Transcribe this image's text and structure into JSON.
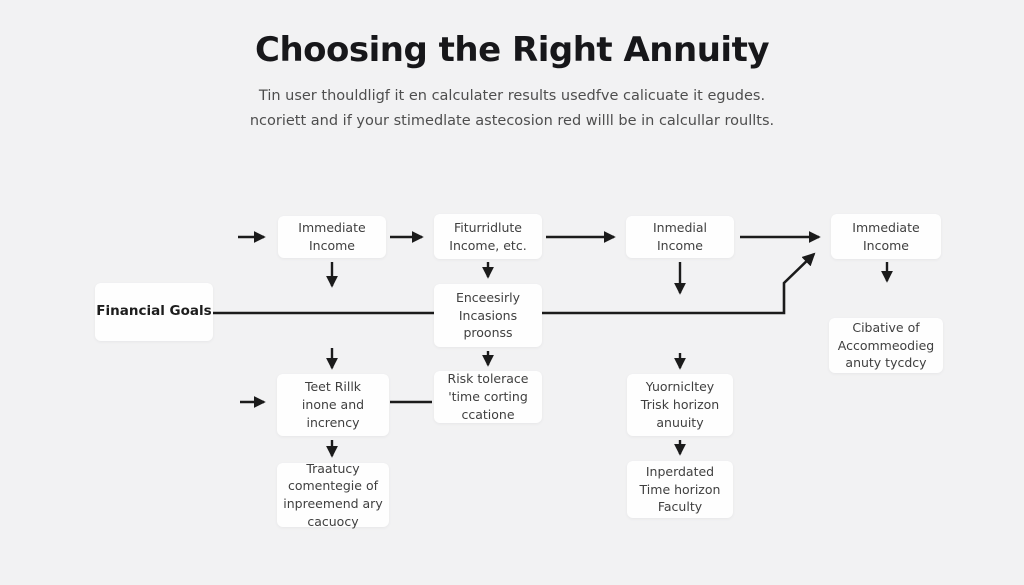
{
  "title": "Choosing the Right Annuity",
  "subtitle": {
    "line1": "Tin user thouldligf it en calculater results usedfve calicuate it egudes.",
    "line2": "ncoriett and if your stimedlate astecosion red willl be in calcullar roullts."
  },
  "colors": {
    "background": "#f2f2f3",
    "box_fill": "#fefefe",
    "line": "#1b1b1b",
    "title_text": "#17171a",
    "subtitle_text": "#4e4e4e",
    "box_text": "#3f3f3f"
  },
  "flow": {
    "financial_goals": "Financial Goals",
    "top_row": {
      "box1": "Immediate\nIncome",
      "box2": "Fiturridlute\nIncome, etc.",
      "box3": "Inmedial\nIncome",
      "box4": "Immediate\nIncome"
    },
    "middle": {
      "process": "Enceesirly\nIncasions\nproonss",
      "outcome": "Cibative of\nAccommeodieg\nanuty tycdcy"
    },
    "second_row": {
      "risk": "Teet Rillk\ninone and\nincrency",
      "tolerance": "Risk tolerace\n'time corting\nccatione",
      "horizon": "Yuornicltey\nTrisk horizon\nanuuity"
    },
    "third_row": {
      "strategy": "Traatucy\ncomentegie of\ninpreemend ary\ncacuocy",
      "faculty": "Inperdated\nTime horizon\nFaculty"
    }
  }
}
